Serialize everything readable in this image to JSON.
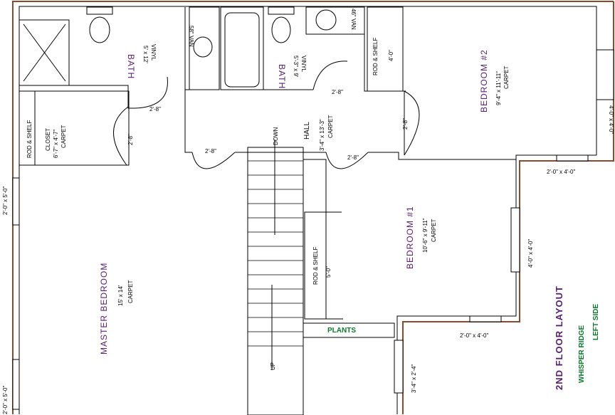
{
  "master_bedroom": {
    "name": "MASTER BEDROOM",
    "size": "15' x 14'",
    "floor": "CARPET"
  },
  "bath1": {
    "name": "BATH",
    "size": "5' x 12'",
    "floor": "VINYL",
    "van": "58\" VAN"
  },
  "bath2": {
    "name": "BATH",
    "size": "5'-3\" x 9'",
    "floor": "VINYL",
    "van": "46\" VAN"
  },
  "bedroom2": {
    "name": "BEDROOM #2",
    "size": "9'-4\" x 11'-11\"",
    "floor": "CARPET"
  },
  "bedroom1": {
    "name": "BEDROOM #1",
    "size": "10'-6\" x 9'-11\"",
    "floor": "CARPET"
  },
  "hall": {
    "name": "HALL",
    "size": "3'-4\" x 13'-3\"",
    "floor": "CARPET"
  },
  "closet": {
    "name": "CLOSET",
    "size": "6'-7\" x 4'-7\"",
    "floor": "CARPET"
  },
  "rod_shelf": "ROD & SHELF",
  "closet_b2": "4'-0\"",
  "closet_b1": "5'-0\"",
  "doors": {
    "master_door": "2'-8\"",
    "bath_door": "2'-8\"",
    "closet_door": "2'-8\"",
    "hall_door_b2": "2'-8\"",
    "b1_door": "2'-8\"",
    "hall_bath2_door": "2'-8\"",
    "master_hall_door": "2'-8\""
  },
  "windows": {
    "master_top": "2'-0\" x 5'-0\"",
    "master_bottom": "2'-0\" x 5'-0\"",
    "b2_right": "4'-0\" x 4'-0\"",
    "b2_bottom": "2'-0\" x 4'-0\"",
    "b1_right": "4'-0\" x 4'-0\"",
    "b1_bottom": "2'-0\" x 4'-0\"",
    "stair_window": "3'-4\" x 2'-4\""
  },
  "stairs": {
    "down": "DOWN",
    "up": "UP"
  },
  "plants": "PLANTS",
  "title": {
    "line1": "2ND FLOOR LAYOUT",
    "line2": "WHISPER RIDGE",
    "line3": "LEFT SIDE"
  }
}
